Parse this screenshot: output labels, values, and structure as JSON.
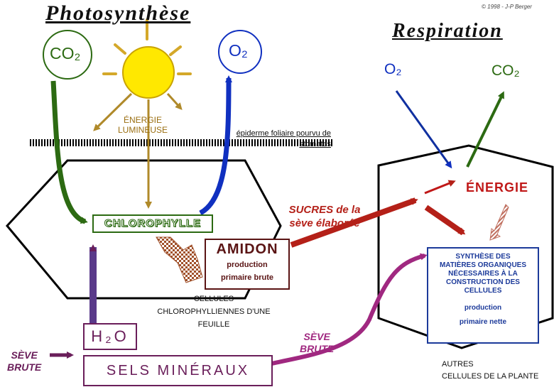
{
  "titles": {
    "photosynthese": "Photosynthèse",
    "respiration": "Respiration",
    "copyright": "© 1998 - J-P Berger"
  },
  "gases": {
    "co2_left": "CO₂",
    "o2_left": "O₂",
    "o2_right": "O₂",
    "co2_right": "CO₂"
  },
  "labels": {
    "energie_lumineuse": [
      "ÉNERGIE",
      "LUMINEUSE"
    ],
    "epiderme": [
      "épiderme foliaire pourvu de",
      "stomates"
    ],
    "chlorophylle": "CHLOROPHYLLE",
    "amidon": "AMIDON",
    "amidon_sub": [
      "production",
      "primaire brute"
    ],
    "cellules_chloro": [
      "CELLULES",
      "CHLOROPHYLLIENNES D'UNE",
      "FEUILLE"
    ],
    "h2o": "H₂O",
    "sels_mineraux": "SELS MINÉRAUX",
    "seve_brute_left": [
      "SÈVE",
      "BRUTE"
    ],
    "seve_brute_mid": [
      "SÈVE",
      "BRUTE"
    ],
    "sucres": [
      "SUCRES de la",
      "sève élaborée"
    ],
    "energie": "ÉNERGIE",
    "synthese": [
      "SYNTHÈSE DES",
      "MATIÈRES ORGANIQUES",
      "NÉCESSAIRES À LA",
      "CONSTRUCTION DES",
      "CELLULES"
    ],
    "synthese_sub": [
      "production",
      "primaire nette"
    ],
    "autres_cellules": [
      "AUTRES",
      "CELLULES DE LA PLANTE"
    ]
  },
  "colors": {
    "green": "#2c6a12",
    "blue": "#1030c0",
    "sun": "#ffe800",
    "ray": "#b08a2a",
    "purple": "#6a1e5a",
    "magenta": "#a02880",
    "red": "#b42018",
    "amidon_brown": "#5a1414"
  }
}
